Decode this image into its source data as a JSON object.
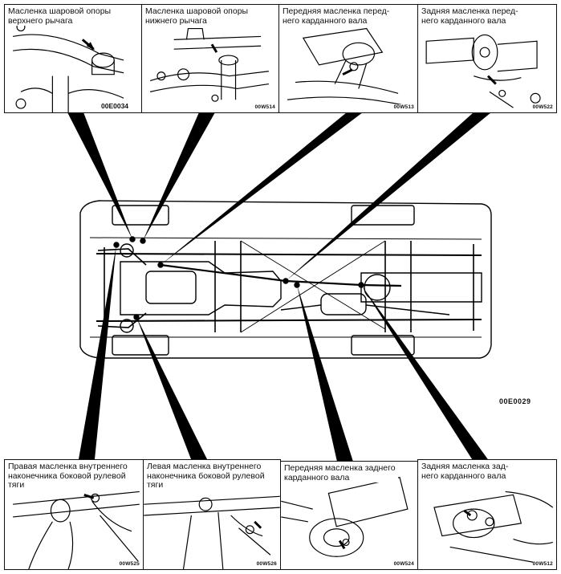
{
  "diagram_code": "00E0029",
  "top_panels": [
    {
      "caption_lines": [
        "Масленка шаровой опоры",
        "верхнего рычага"
      ],
      "code": "00E0034"
    },
    {
      "caption_lines": [
        "Масленка шаровой опоры",
        "нижнего рычага"
      ],
      "code": "00W514"
    },
    {
      "caption_lines": [
        "Передняя масленка перед-",
        "него карданного вала"
      ],
      "code": "00W513"
    },
    {
      "caption_lines": [
        "Задняя масленка перед-",
        "него карданного вала"
      ],
      "code": "00W522"
    }
  ],
  "bottom_panels": [
    {
      "caption_lines": [
        "Правая масленка внутреннего",
        "наконечника боковой рулевой",
        "тяги"
      ],
      "code": "00W525"
    },
    {
      "caption_lines": [
        "Левая масленка внутреннего",
        "наконечника боковой рулевой",
        "тяги"
      ],
      "code": "00W526"
    },
    {
      "caption_lines": [
        "Передняя масленка заднего",
        "карданного вала"
      ],
      "code": "00W524"
    },
    {
      "caption_lines": [
        "Задняя масленка зад-",
        "него карданного вала"
      ],
      "code": "00W512"
    }
  ]
}
